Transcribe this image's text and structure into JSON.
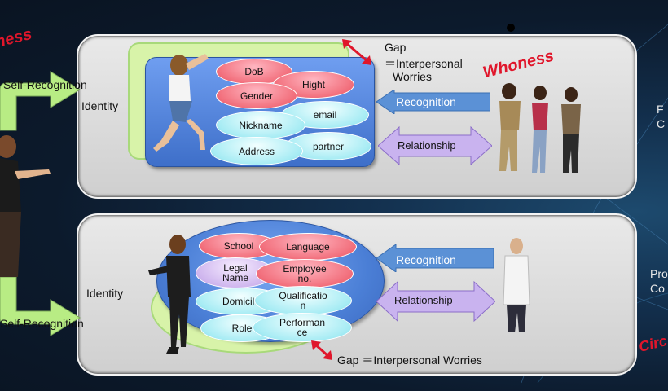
{
  "top": {
    "self_recognition": "Self-Recognition",
    "identity": "Identity",
    "gap_line1": "Gap",
    "gap_line2": "＝Interpersonal",
    "gap_line3": "Worries",
    "whoness": "Whoness",
    "recognition": "Recognition",
    "relationship": "Relationship",
    "right_cut": [
      "F",
      "C"
    ],
    "attributes": {
      "dob": "DoB",
      "hight": "Hight",
      "gender": "Gender",
      "email": "email",
      "nickname": "Nickname",
      "address": "Address",
      "partner": "partner"
    }
  },
  "bottom": {
    "self_recognition": "Self-Recognition",
    "identity": "Identity",
    "gap": "Gap ＝Interpersonal Worries",
    "recognition": "Recognition",
    "relationship": "Relationship",
    "right_cut": [
      "Pro",
      "Co"
    ],
    "attributes": {
      "school": "School",
      "language": "Language",
      "legal_name": "Legal\nName",
      "employee_no": "Employee\nno.",
      "domicile": "Domicile",
      "qualification": "Qualificatio\nn",
      "role": "Role",
      "performance": "Performan\nce"
    }
  },
  "left_cut_text": "ness",
  "right_red_cut": "Circ",
  "colors": {
    "green": "#b8ec84",
    "blue": "#5b8fe0",
    "recognition_arrow": "#5b91d6",
    "relationship_arrow": "#c9b3ef",
    "red": "#e0162b"
  }
}
